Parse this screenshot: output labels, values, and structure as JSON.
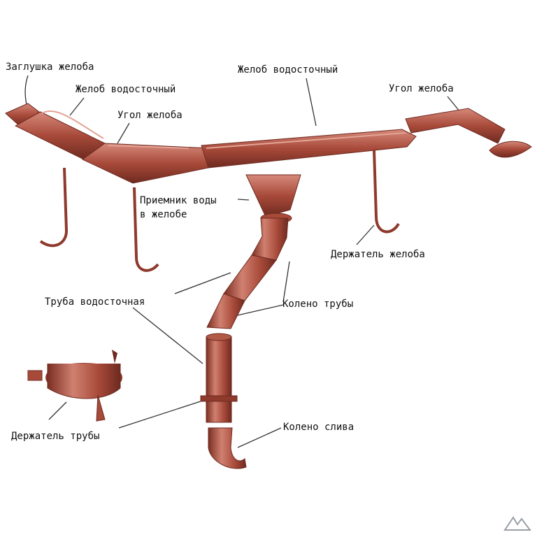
{
  "labels": {
    "gutter_end_cap": "Заглушка желоба",
    "gutter_left": "Желоб водосточный",
    "gutter_top": "Желоб водосточный",
    "gutter_corner_left": "Угол желоба",
    "gutter_corner_right": "Угол желоба",
    "water_inlet_line1": "Приемник воды",
    "water_inlet_line2": "в желобе",
    "gutter_holder": "Держатель желоба",
    "downpipe": "Труба водосточная",
    "pipe_elbow": "Колено трубы",
    "drain_elbow": "Колено слива",
    "pipe_holder": "Держатель трубы"
  },
  "colors": {
    "metal": "#a84a3a",
    "metal_dark": "#6e2a20",
    "metal_light": "#d6897a",
    "line": "#333333"
  },
  "logo": "watermark-logo"
}
